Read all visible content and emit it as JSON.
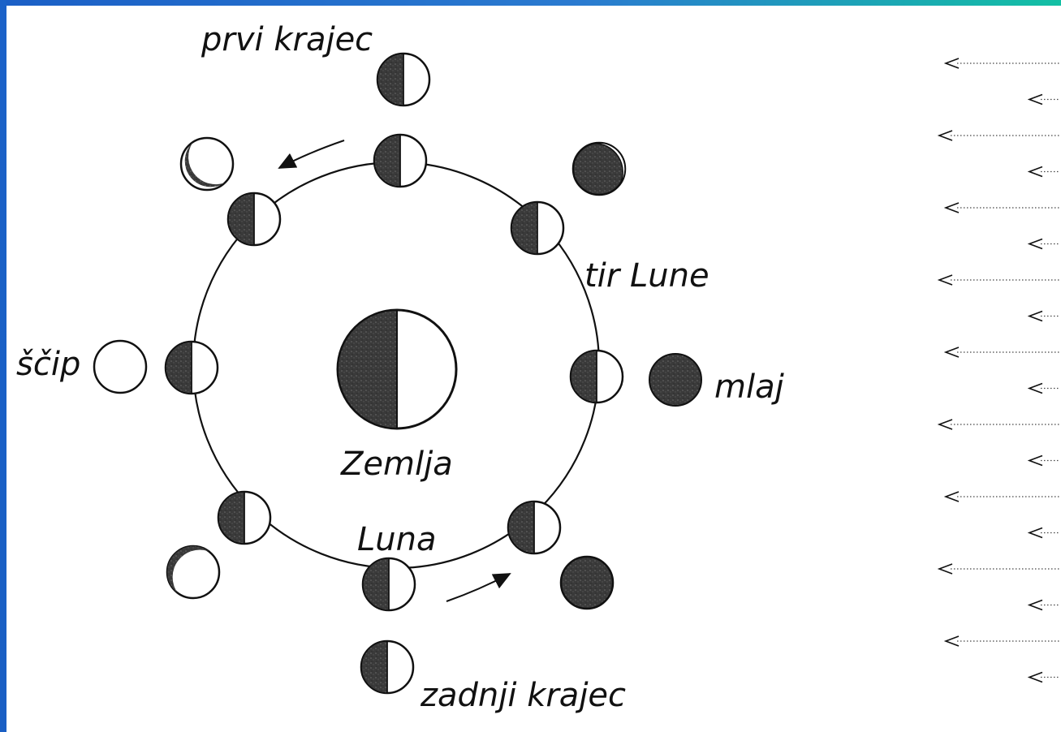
{
  "labels": {
    "first_quarter": "prvi krajec",
    "orbit": "tir Lune",
    "full_moon": "ščip",
    "new_moon": "mlaj",
    "earth": "Zemlja",
    "moon": "Luna",
    "last_quarter": "zadnji krajec"
  },
  "colors": {
    "frame_blue": "#1b62c8",
    "frame_teal": "#13c0a4",
    "ink": "#111111",
    "shade": "#3a3a3a"
  },
  "icons": [
    "sunlight-arrow-icon",
    "orbit-direction-arrow-icon"
  ]
}
